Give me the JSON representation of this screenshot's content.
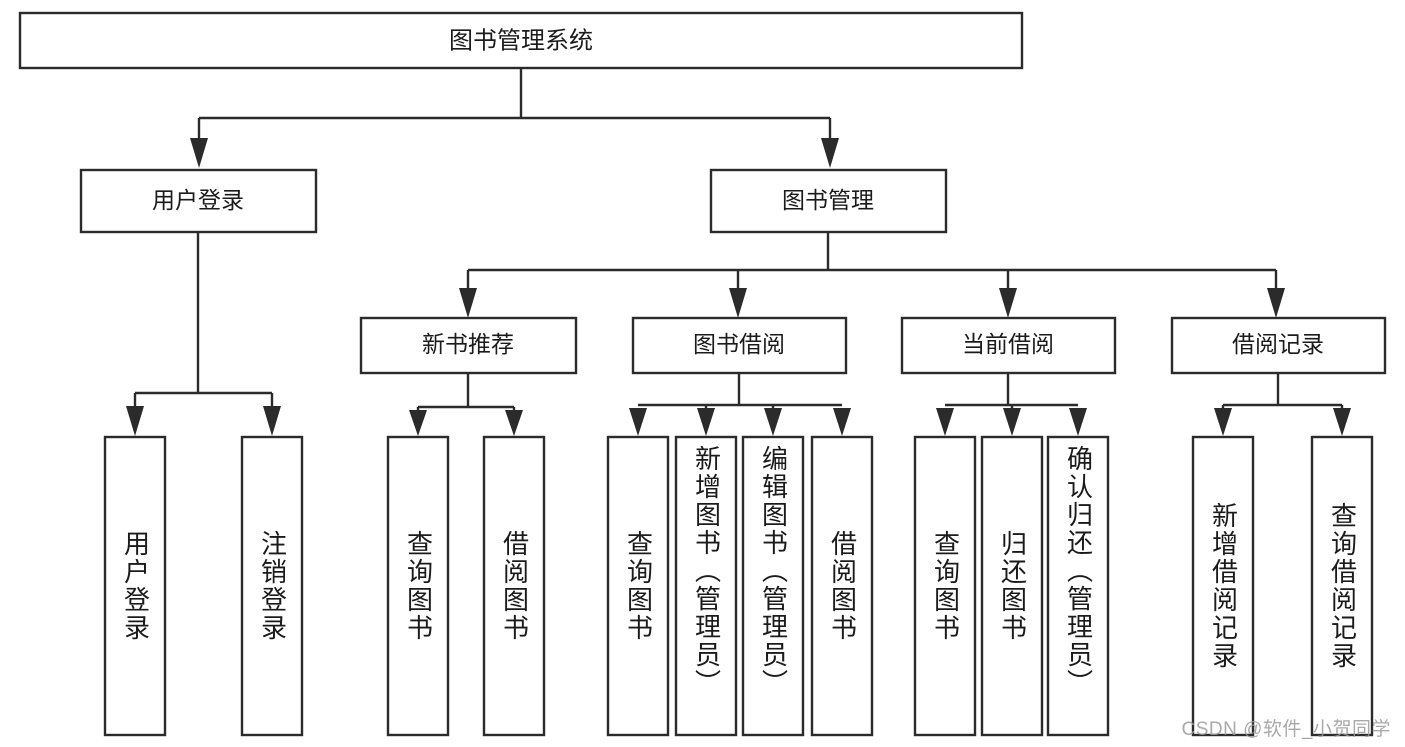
{
  "diagram": {
    "type": "tree-hierarchy-chart",
    "title": "图书管理系统",
    "orientation": "top-down",
    "colors": {
      "box_stroke": "#2b2b2b",
      "box_fill": "#ffffff",
      "connector": "#2b2b2b",
      "text": "#1b1b1b",
      "watermark": "#9b9b9b",
      "background": "#ffffff"
    },
    "root": {
      "label": "图书管理系统"
    },
    "level2": [
      {
        "label": "用户登录"
      },
      {
        "label": "图书管理"
      }
    ],
    "level3": [
      {
        "label": "新书推荐"
      },
      {
        "label": "图书借阅"
      },
      {
        "label": "当前借阅"
      },
      {
        "label": "借阅记录"
      }
    ],
    "leaves": {
      "user_login": [
        {
          "label": "用户登录"
        },
        {
          "label": "注销登录"
        }
      ],
      "new_book_recommend": [
        {
          "label": "查询图书"
        },
        {
          "label": "借阅图书"
        }
      ],
      "book_borrow": [
        {
          "label": "查询图书"
        },
        {
          "label": "新增图书（管理员）"
        },
        {
          "label": "编辑图书（管理员）"
        },
        {
          "label": "借阅图书"
        }
      ],
      "current_borrow": [
        {
          "label": "查询图书"
        },
        {
          "label": "归还图书"
        },
        {
          "label": "确认归还（管理员）"
        }
      ],
      "borrow_records": [
        {
          "label": "新增借阅记录"
        },
        {
          "label": "查询借阅记录"
        }
      ]
    }
  },
  "watermark": {
    "text": "CSDN @软件_小贺同学"
  }
}
